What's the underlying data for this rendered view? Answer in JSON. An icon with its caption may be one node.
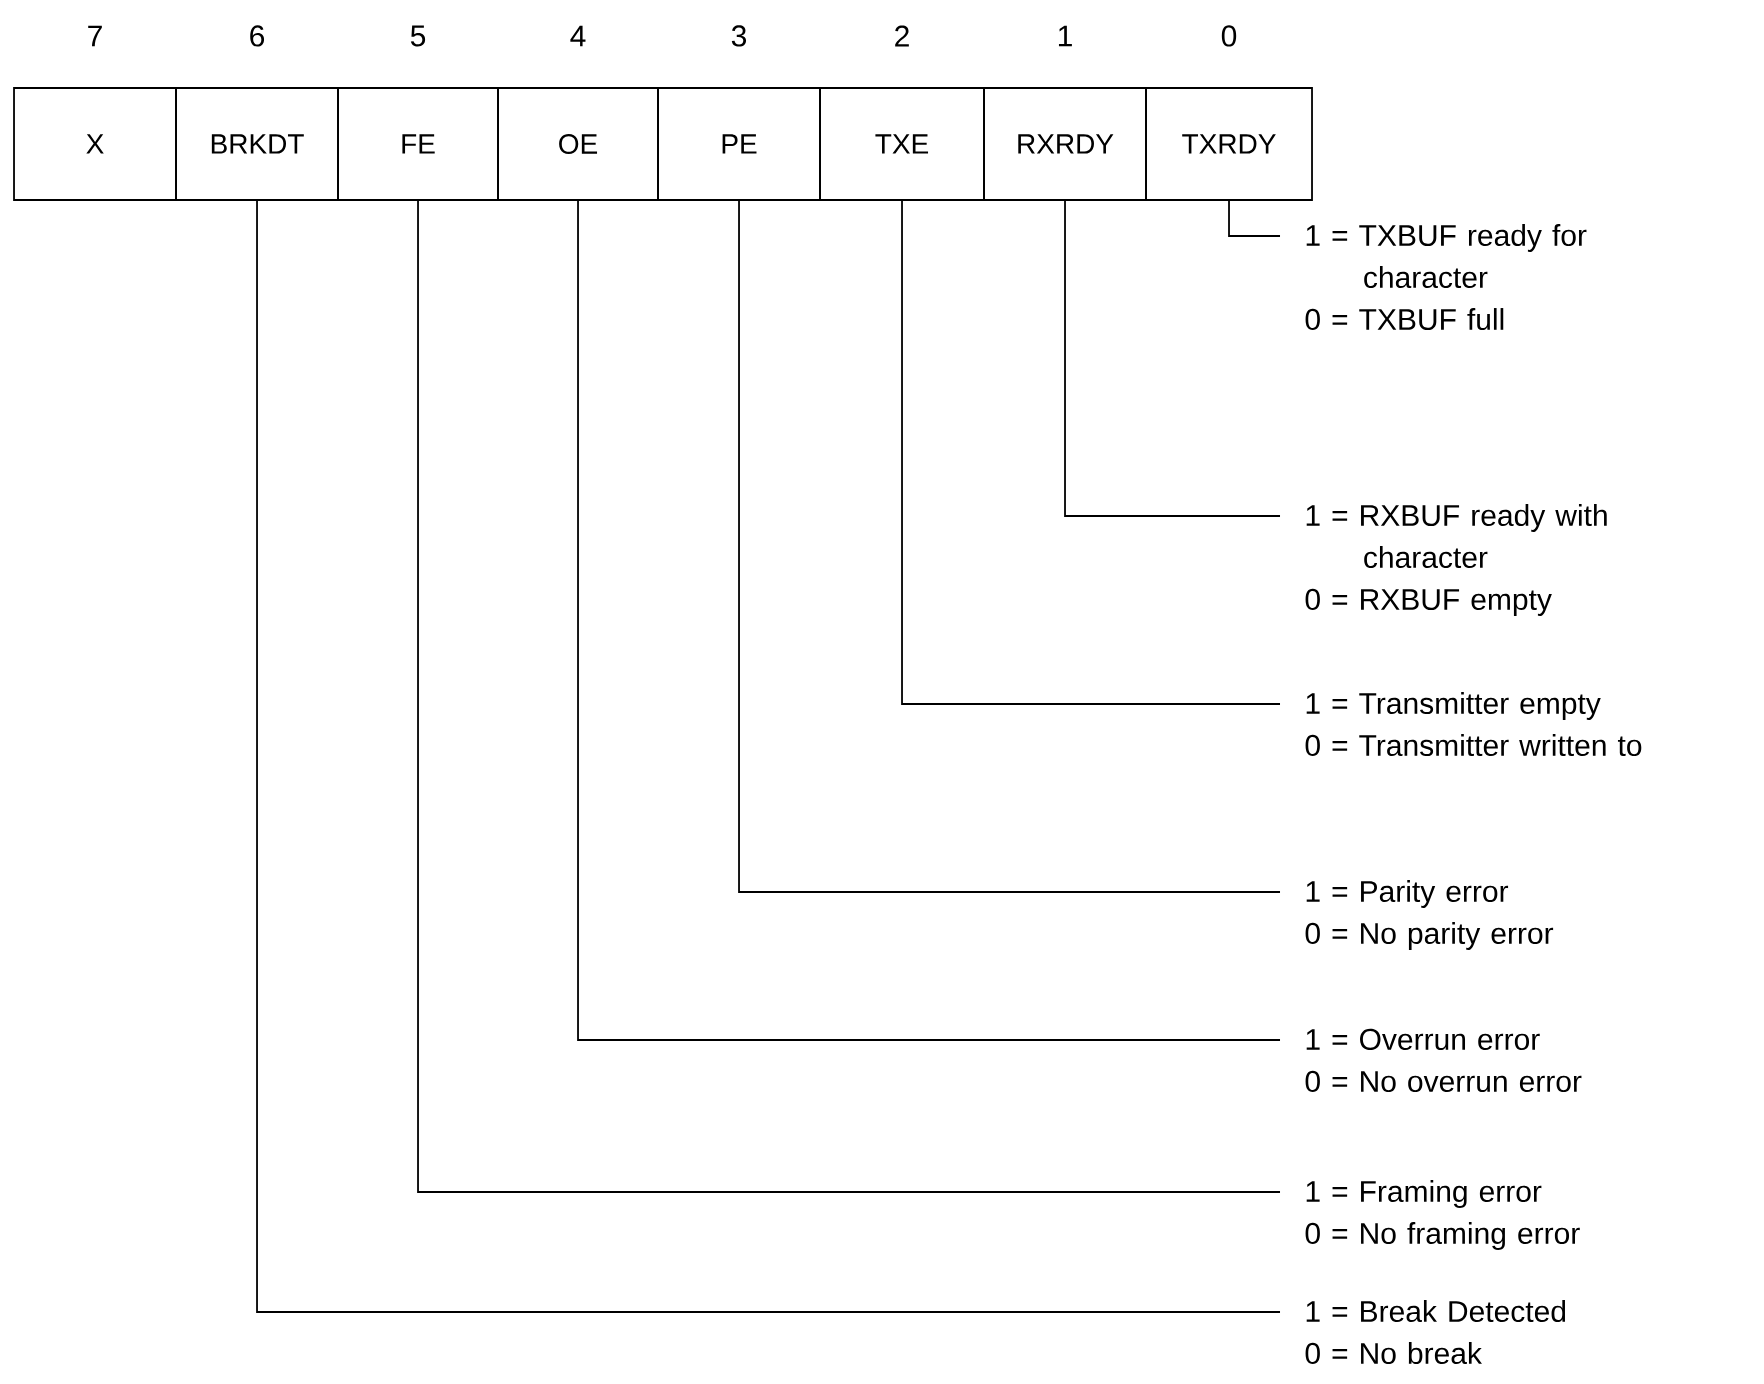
{
  "diagram": {
    "nodes": [
      {
        "text": [
          "X"
        ]
      },
      {
        "text": [
          "BRKDT"
        ]
      },
      {
        "text": [
          "FE"
        ]
      },
      {
        "text": [
          "OE"
        ]
      },
      {
        "text": [
          "PE"
        ]
      },
      {
        "text": [
          "TXE"
        ]
      },
      {
        "text": [
          "RXRDY"
        ]
      },
      {
        "text": [
          "TXRDY"
        ]
      },
      {
        "text": [
          "1 = TXBUF ready for character",
          "0 = TXBUF full"
        ]
      },
      {
        "text": [
          "1 = RXBUF ready with character",
          "0 = RXBUF empty"
        ]
      },
      {
        "text": [
          "1 = Transmitter empty",
          "0 = Transmitter written to"
        ]
      },
      {
        "text": [
          "1 = Parity error",
          "0 = No parity error"
        ]
      },
      {
        "text": [
          "1 = Overrun error",
          "0 = No overrun error"
        ]
      },
      {
        "text": [
          "1 = Framing error",
          "0 = No framing error"
        ]
      },
      {
        "text": [
          "1 = Break Detected",
          "0 = No break"
        ]
      }
    ],
    "edges": [
      {
        "from": 7,
        "to": 8,
        "arrow": "none"
      },
      {
        "from": 6,
        "to": 9,
        "arrow": "none"
      },
      {
        "from": 5,
        "to": 10,
        "arrow": "none"
      },
      {
        "from": 4,
        "to": 11,
        "arrow": "none"
      },
      {
        "from": 3,
        "to": 12,
        "arrow": "none"
      },
      {
        "from": 2,
        "to": 13,
        "arrow": "none"
      },
      {
        "from": 1,
        "to": 14,
        "arrow": "none"
      }
    ],
    "labels": [
      "7",
      "6",
      "5",
      "4",
      "3",
      "2",
      "1",
      "0"
    ]
  }
}
